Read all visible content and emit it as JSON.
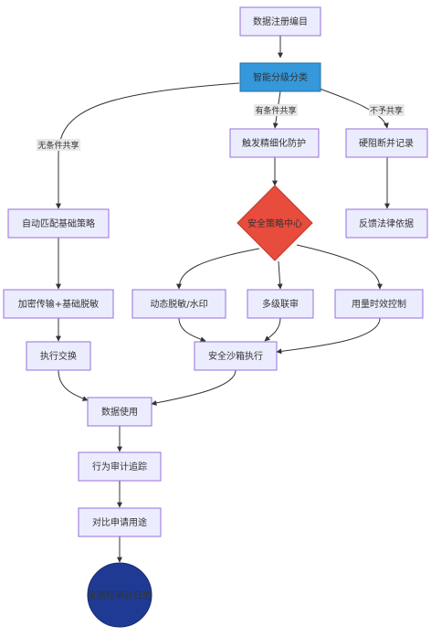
{
  "nodes": {
    "catalog": "数据注册编目",
    "classify": "智能分级分类",
    "protect": "触发精细化防护",
    "block": "硬阻断并记录",
    "auto_match": "自动匹配基础策略",
    "policy_center": "安全策略中心",
    "legal": "反馈法律依据",
    "encrypt": "加密传输+基础脱敏",
    "dynamic_mask": "动态脱敏/水印",
    "multi_review": "多级联审",
    "usage_limit": "用量时效控制",
    "exchange": "执行交换",
    "sandbox": "安全沙箱执行",
    "use": "数据使用",
    "audit": "行为审计追踪",
    "compare": "对比申请用途",
    "log": "全流程审计日志"
  },
  "edge_labels": {
    "conditional": "有条件共享",
    "no_share": "不予共享",
    "unconditional": "无条件共享"
  },
  "colors": {
    "node_fill": "#ECECFF",
    "node_stroke": "#9370DB",
    "classify_fill": "#3498DB",
    "diamond_fill": "#E74C3C",
    "log_fill": "#1F3A93"
  }
}
